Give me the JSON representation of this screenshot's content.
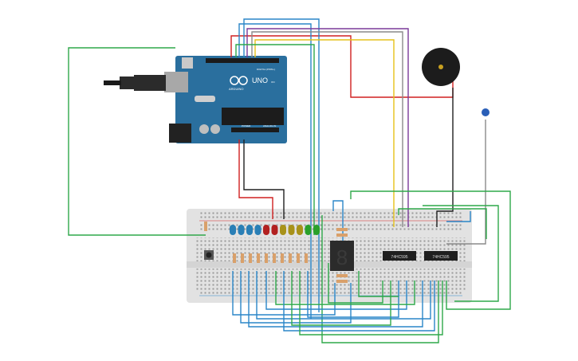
{
  "canvas": {
    "background": "#ffffff"
  },
  "arduino": {
    "board_name": "UNO",
    "brand": "ARDUINO",
    "digital_header_label": "DIGITAL (PWM~)",
    "power_header_label": "POWER",
    "analog_header_label": "ANALOG IN",
    "on_label": "ON",
    "board_color": "#2a6f9e"
  },
  "chips": [
    {
      "label": "74HC595"
    },
    {
      "label": "74HC595"
    }
  ],
  "seven_segment": {
    "digit": "8"
  },
  "leds": [
    {
      "color": "#2a7fb6"
    },
    {
      "color": "#2a7fb6"
    },
    {
      "color": "#2a7fb6"
    },
    {
      "color": "#2a7fb6"
    },
    {
      "color": "#b22020"
    },
    {
      "color": "#b22020"
    },
    {
      "color": "#a8921a"
    },
    {
      "color": "#a8921a"
    },
    {
      "color": "#a8921a"
    },
    {
      "color": "#2aa02a"
    },
    {
      "color": "#2aa02a"
    }
  ],
  "wire_colors": {
    "green": "#2fa84a",
    "blue": "#2a86c8",
    "red": "#d02020",
    "black": "#202020",
    "yellow": "#e6c21a",
    "purple": "#7a3a9a",
    "grey": "#8a8a8a"
  },
  "components": [
    "buzzer",
    "push-button",
    "light-sensor"
  ]
}
